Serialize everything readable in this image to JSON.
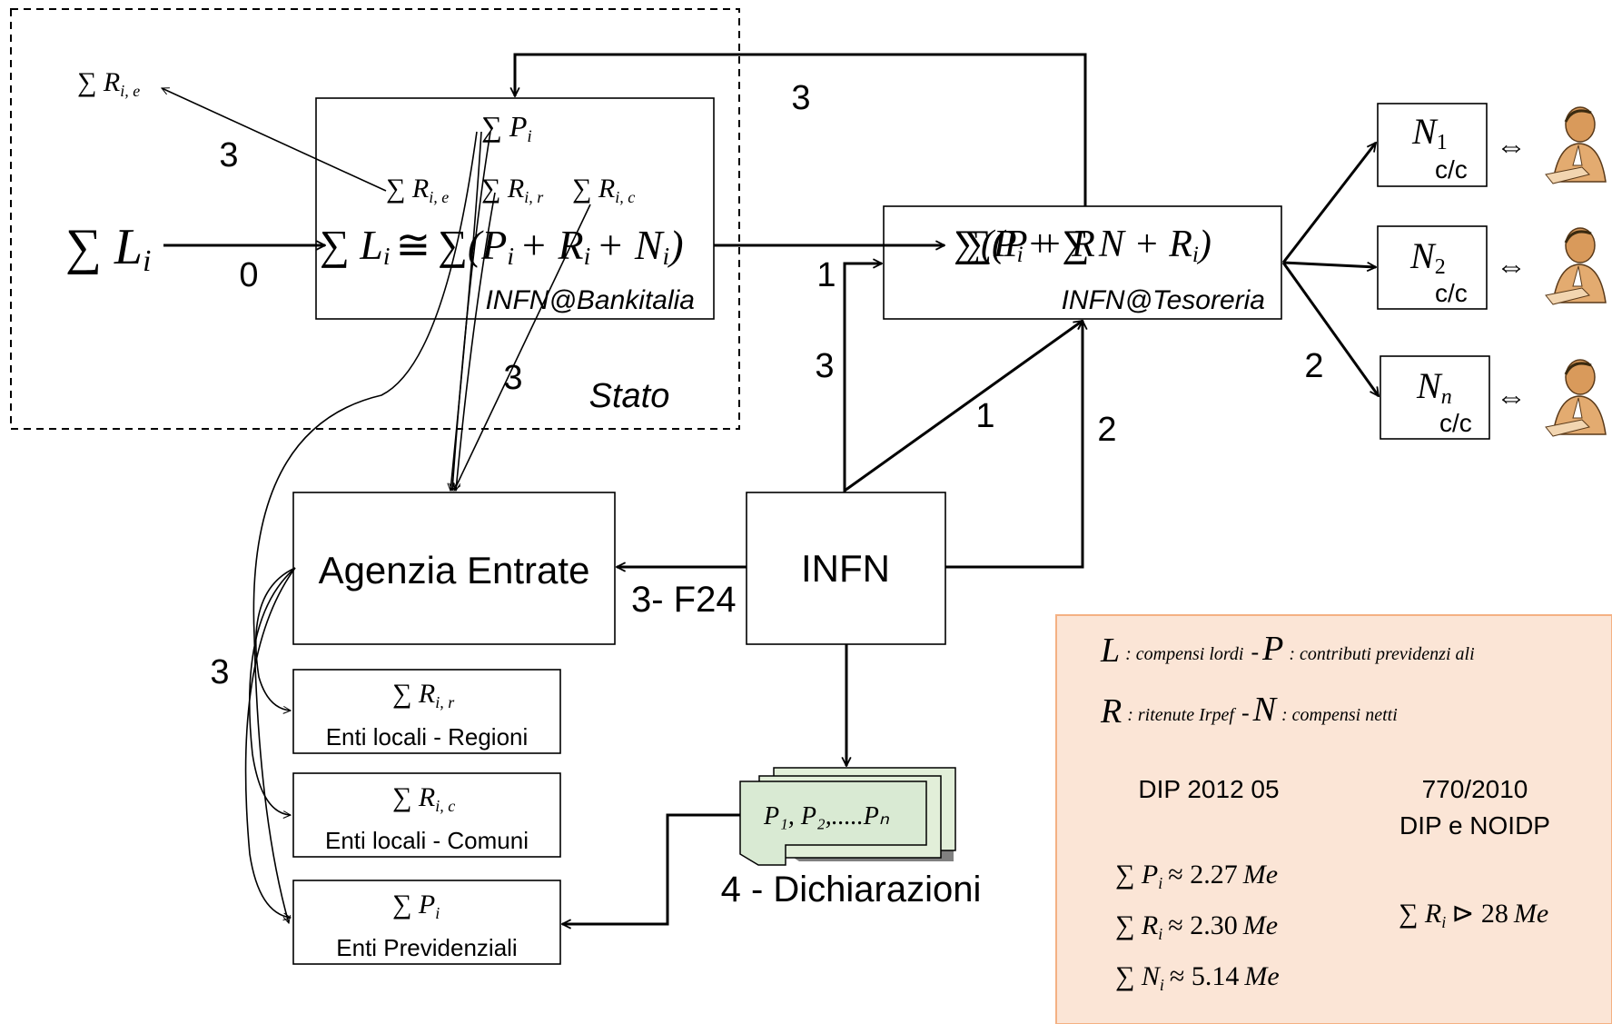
{
  "stato_label": "Stato",
  "bankitalia": {
    "caption": "INFN@Bankitalia",
    "sum_p": "∑ P",
    "sum_re": "∑ R",
    "sum_rr": "∑ R",
    "sum_rc": "∑ R",
    "main_left": "∑ L",
    "main_op": "≅",
    "main_right": "∑(P",
    "main_plus1": "+ R",
    "main_plus2": "+ N",
    "main_close": ")"
  },
  "left_input": "∑ L",
  "top_left_sum": "∑ R",
  "tesoreria": {
    "caption": "INFN@Tesoreria",
    "formula": "∑(P",
    "formula_overlap": "∑(P + R",
    "formula_tail": "+ ∑ N + R",
    "formula_close": ")"
  },
  "subscripts": {
    "i": "i",
    "ie": "i, e",
    "ir": "i, r",
    "ic": "i, c",
    "one": "1",
    "two": "2",
    "n": "n"
  },
  "accounts": [
    {
      "symbol": "N",
      "sub": "1",
      "label": "c/c"
    },
    {
      "symbol": "N",
      "sub": "2",
      "label": "c/c"
    },
    {
      "symbol": "N",
      "sub": "n",
      "label": "c/c"
    }
  ],
  "equiv_symbol": "⇔",
  "agenzia": "Agenzia Entrate",
  "infn": "INFN",
  "f24_label": "3- F24",
  "enti": [
    {
      "sum": "∑ R",
      "sub": "i, r",
      "label": "Enti locali - Regioni"
    },
    {
      "sum": "∑ R",
      "sub": "i, c",
      "label": "Enti locali - Comuni"
    },
    {
      "sum": "∑ P",
      "sub": "i",
      "label": "Enti Previdenziali"
    }
  ],
  "dichiarazioni": {
    "content": "P₁, P₂,.....Pₙ",
    "label": "4 - Dichiarazioni"
  },
  "step_labels": {
    "zero": "0",
    "one": "1",
    "two": "2",
    "three": "3"
  },
  "legend": {
    "line1_L": "L",
    "line1_L_text": ": compensi  lordi",
    "line1_dash": "-",
    "line1_P": "P",
    "line1_P_text": ": contributi   previdenzi ali",
    "line2_R": "R",
    "line2_R_text": ": ritenute  Irpef",
    "line2_dash": "-",
    "line2_N": "N",
    "line2_N_text": ": compensi  netti",
    "col1_title": "DIP 2012 05",
    "col2_title_1": "770/2010",
    "col2_title_2": "DIP e NOIDP",
    "p_sum": "∑ P",
    "p_val": "≈ 2.27",
    "r_sum": "∑ R",
    "r_val": "≈ 2.30",
    "n_sum": "∑ N",
    "n_val": "≈ 5.14",
    "unit": "Me",
    "r770_sum": "∑ R",
    "r770_val": "⊳ 28",
    "colors": {
      "background": "#fbe5d6",
      "border": "#f4b183"
    }
  },
  "colors": {
    "dichiarazioni_fill": "#d9ead3",
    "dichiarazioni_fill2": "#e2efd9",
    "person_skin": "#d99a5b",
    "person_shirt": "#ffffff"
  }
}
